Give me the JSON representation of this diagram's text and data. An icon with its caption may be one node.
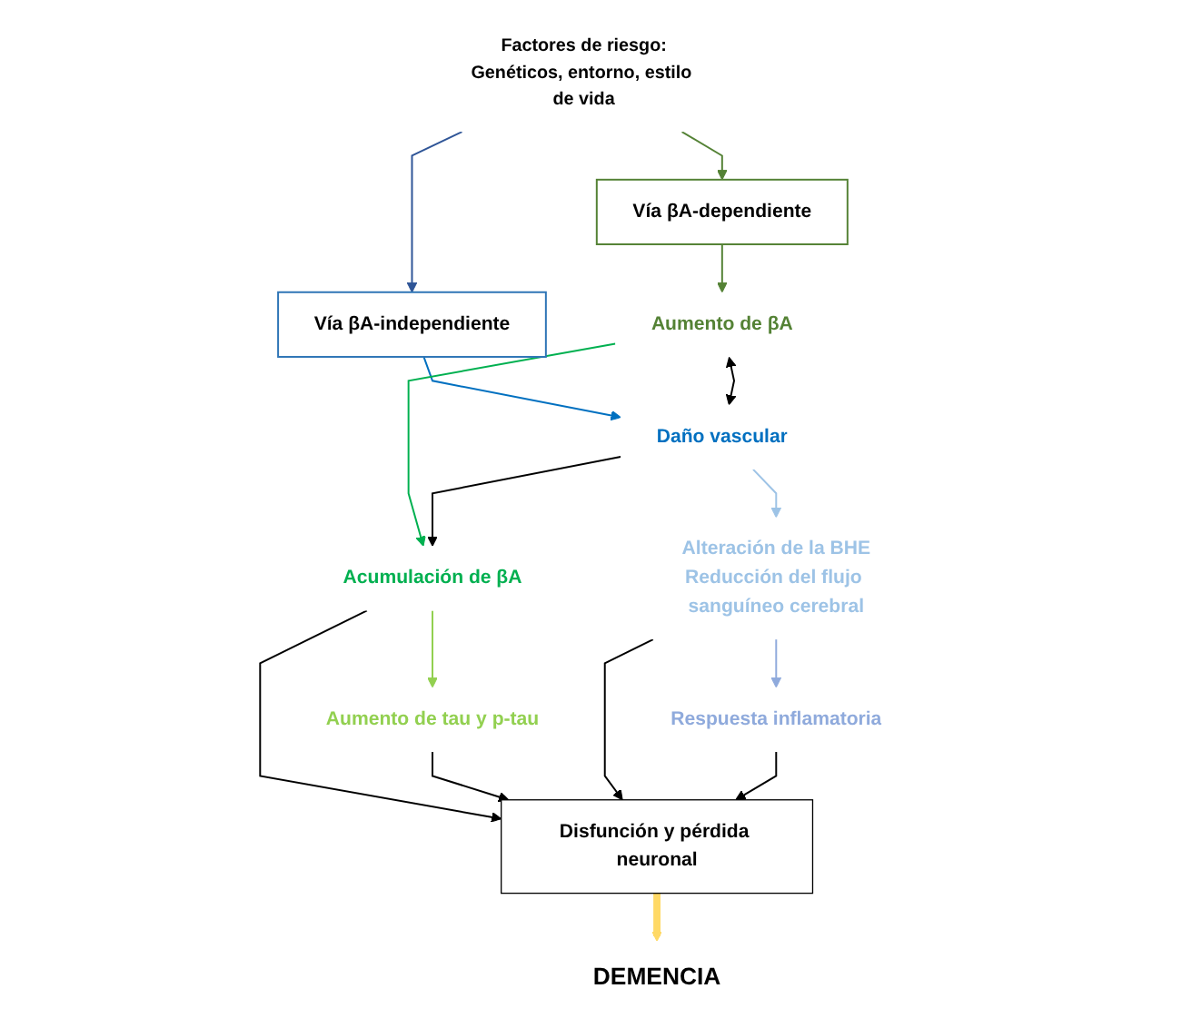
{
  "diagram": {
    "nodes": [
      {
        "text": [
          "Factores de riesgo:",
          "Genéticos, entorno, estilo de vida"
        ]
      },
      {
        "text": [
          "Vía βA-dependiente"
        ]
      },
      {
        "text": [
          "Vía βA-independiente"
        ]
      },
      {
        "text": [
          "Aumento de βA"
        ]
      },
      {
        "text": [
          "Daño vascular"
        ]
      },
      {
        "text": [
          "Acumulación de βA"
        ]
      },
      {
        "text": [
          "Alteración de la BHE",
          "Reducción del flujo sanguíneo cerebral"
        ]
      },
      {
        "text": [
          "Aumento de tau y p-tau"
        ]
      },
      {
        "text": [
          "Respuesta inflamatoria"
        ]
      },
      {
        "text": [
          "Disfunción y pérdida neuronal"
        ]
      },
      {
        "text": [
          "DEMENCIA"
        ]
      }
    ],
    "edges": [
      {
        "from": 0,
        "to": 1,
        "arrow": "to",
        "color": "#548235"
      },
      {
        "from": 0,
        "to": 2,
        "arrow": "to",
        "color": "#2f5597"
      },
      {
        "from": 1,
        "to": 3,
        "arrow": "to",
        "color": "#548235"
      },
      {
        "from": 2,
        "to": 4,
        "arrow": "to",
        "color": "#0070c0"
      },
      {
        "from": 3,
        "to": 4,
        "arrow": "both"
      },
      {
        "from": 3,
        "to": 5,
        "arrow": "to",
        "color": "#00b050"
      },
      {
        "from": 4,
        "to": 5,
        "arrow": "to"
      },
      {
        "from": 4,
        "to": 6,
        "arrow": "to",
        "color": "#9dc3e6"
      },
      {
        "from": 5,
        "to": 7,
        "arrow": "to",
        "color": "#92d050"
      },
      {
        "from": 6,
        "to": 8,
        "arrow": "to",
        "color": "#8faadc"
      },
      {
        "from": 5,
        "to": 9,
        "arrow": "to"
      },
      {
        "from": 7,
        "to": 9,
        "arrow": "to"
      },
      {
        "from": 6,
        "to": 9,
        "arrow": "to"
      },
      {
        "from": 8,
        "to": 9,
        "arrow": "to"
      },
      {
        "from": 9,
        "to": 10,
        "arrow": "to",
        "style": "thick",
        "color": "#ffd966"
      }
    ]
  }
}
